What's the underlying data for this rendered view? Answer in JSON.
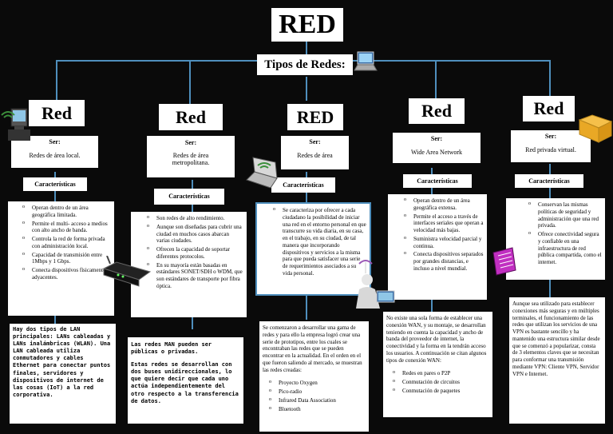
{
  "title": "RED",
  "subtitle": "Tipos de Redes:",
  "columns": [
    {
      "heading": "Red",
      "ser_label": "Ser:",
      "ser_value": "Redes de área local.",
      "char_label": "Características",
      "characteristics": [
        "Operan dentro de un área geográfica limitada.",
        "Permite el multi- acceso a medios con alto ancho de banda.",
        "Controla la red de forma privada con administración local.",
        "Capacidad de transmisión entre 1Mbps y 1 Gbps.",
        "Conecta dispositivos físicamente adyacentes."
      ],
      "note": "Hay dos tipos de LAN principales: LANs cableadas y LANs inalámbricas (WLAN). Una LAN cableada utiliza conmutadores y cables Ethernet para conectar puntos finales, servidores y dispositivos de internet de las cosas (IoT) a la red corporativa."
    },
    {
      "heading": "Red",
      "ser_label": "Ser:",
      "ser_value": "Redes de área metropolitana.",
      "char_label": "Características",
      "characteristics": [
        "Son redes de alto rendimiento.",
        "Aunque son diseñadas para cubrir una ciudad en muchos casos abarcan varias ciudades.",
        "Ofrecen la capacidad de soportar diferentes protocolos.",
        "En su mayoría están basadas en estándares SONET/SDH o WDM, que son estándares de transporte por fibra óptica."
      ],
      "note_1": "Las redes MAN pueden ser públicas o privadas.",
      "note_2": "Estas redes se desarrollan con dos buses unidireccionales, lo que quiere decir que cada uno actúa independientemente del otro respecto a la transferencia de datos."
    },
    {
      "heading": "RED",
      "ser_label": "Ser:",
      "ser_value": "Redes de área",
      "char_label": "Características",
      "characteristics": [
        "Se caracteriza por ofrecer a cada ciudadano la posibilidad de iniciar una red en el entorno personal en que transcurre su vida diaria, en su casa, en el trabajo, en su ciudad, de tal manera que incorporando dispositivos y servicios a la misma para que pueda satisfacer una serie de requerimientos asociados a su vida personal."
      ],
      "note": "Se comenzaron a desarrollar una gama de redes y para ello la empresa logró crear una serie de prototipos, entre los cuales se encontraban las redes que se pueden encontrar en la actualidad. En el orden en el que fueron saliendo al mercado, se muestran las redes creadas:",
      "note_list": [
        "Proyecto Oxygen",
        "Pico-radio",
        "Infrared Data Association",
        "Bluetooth"
      ]
    },
    {
      "heading": "Red",
      "ser_label": "Ser:",
      "ser_value": "Wide Area Network",
      "char_label": "Características",
      "characteristics": [
        "Operan dentro de un área geográfica extensa.",
        "Permite el acceso a través de interfaces seriales que operan a velocidad más bajas.",
        "Suministra velocidad parcial y continua.",
        "Conecta dispositivos separados por grandes distancias, e incluso a nivel mundial."
      ],
      "note": "No existe una sola forma de establecer una conexión WAN, y su montaje, se desarrollan teniendo en cuenta la capacidad y ancho de banda del proveedor de internet, la conectividad y la forma en la tendrán acceso los usuarios. A continuación se citan algunos tipos de conexión WAN:",
      "note_list": [
        "Redes en pares o P2P",
        "Conmutación de circuitos",
        "Conmutación de paquetes"
      ]
    },
    {
      "heading": "Red",
      "ser_label": "Ser:",
      "ser_value": "Red privada virtual.",
      "char_label": "Características",
      "characteristics": [
        "Conservan las mismas políticas de seguridad y administración que una red privada.",
        "Ofrece conectividad segura y confiable en una infraestructura de red pública compartida, como el internet."
      ],
      "note": "Aunque sea utilizado para establecer conexiones más seguras y en múltiples terminales, el funcionamiento de las redes que utilizan los servicios de una VPN es bastante sencillo y ha mantenido una estructura similar desde que se comenzó a popularizar, consta de 3 elementos claves que se necesitan para conformar una transmisión mediante VPN: Cliente VPN, Servidor VPN e Internet."
    }
  ],
  "icons": [
    "wifi-computer-icon",
    "laptop-icon",
    "router-icon",
    "wifi-laptop-icon",
    "person-laptop-icon",
    "folder-icon",
    "notebook-icon"
  ],
  "colors": {
    "background": "#0a0a0a",
    "connector": "#4f8fbd"
  }
}
